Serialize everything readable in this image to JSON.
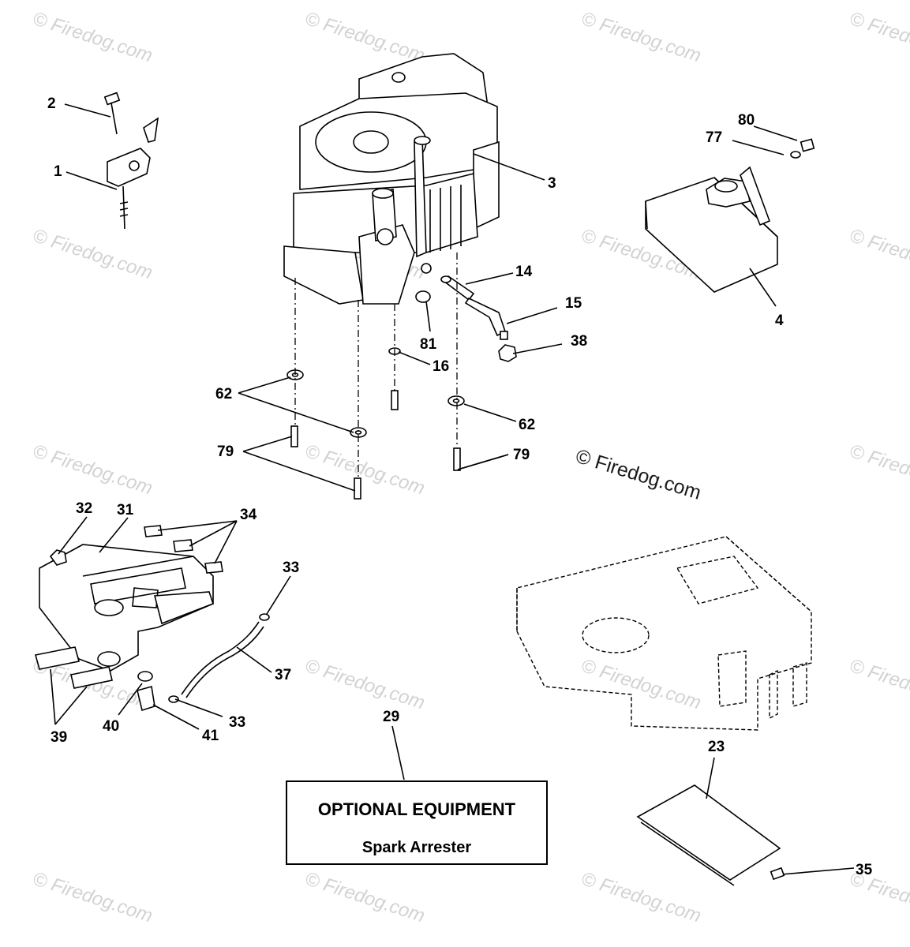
{
  "watermark": "© Firedog.com",
  "credit": "© Firedog.com",
  "optional_box": {
    "title": "OPTIONAL EQUIPMENT",
    "subtitle": "Spark Arrester"
  },
  "callouts": {
    "c1": "1",
    "c2": "2",
    "c3": "3",
    "c4": "4",
    "c14": "14",
    "c15": "15",
    "c16": "16",
    "c23": "23",
    "c29": "29",
    "c31": "31",
    "c32": "32",
    "c33a": "33",
    "c33b": "33",
    "c34": "34",
    "c35": "35",
    "c37": "37",
    "c38": "38",
    "c39": "39",
    "c40": "40",
    "c41": "41",
    "c62a": "62",
    "c62b": "62",
    "c77": "77",
    "c79a": "79",
    "c79b": "79",
    "c80": "80",
    "c81": "81"
  }
}
